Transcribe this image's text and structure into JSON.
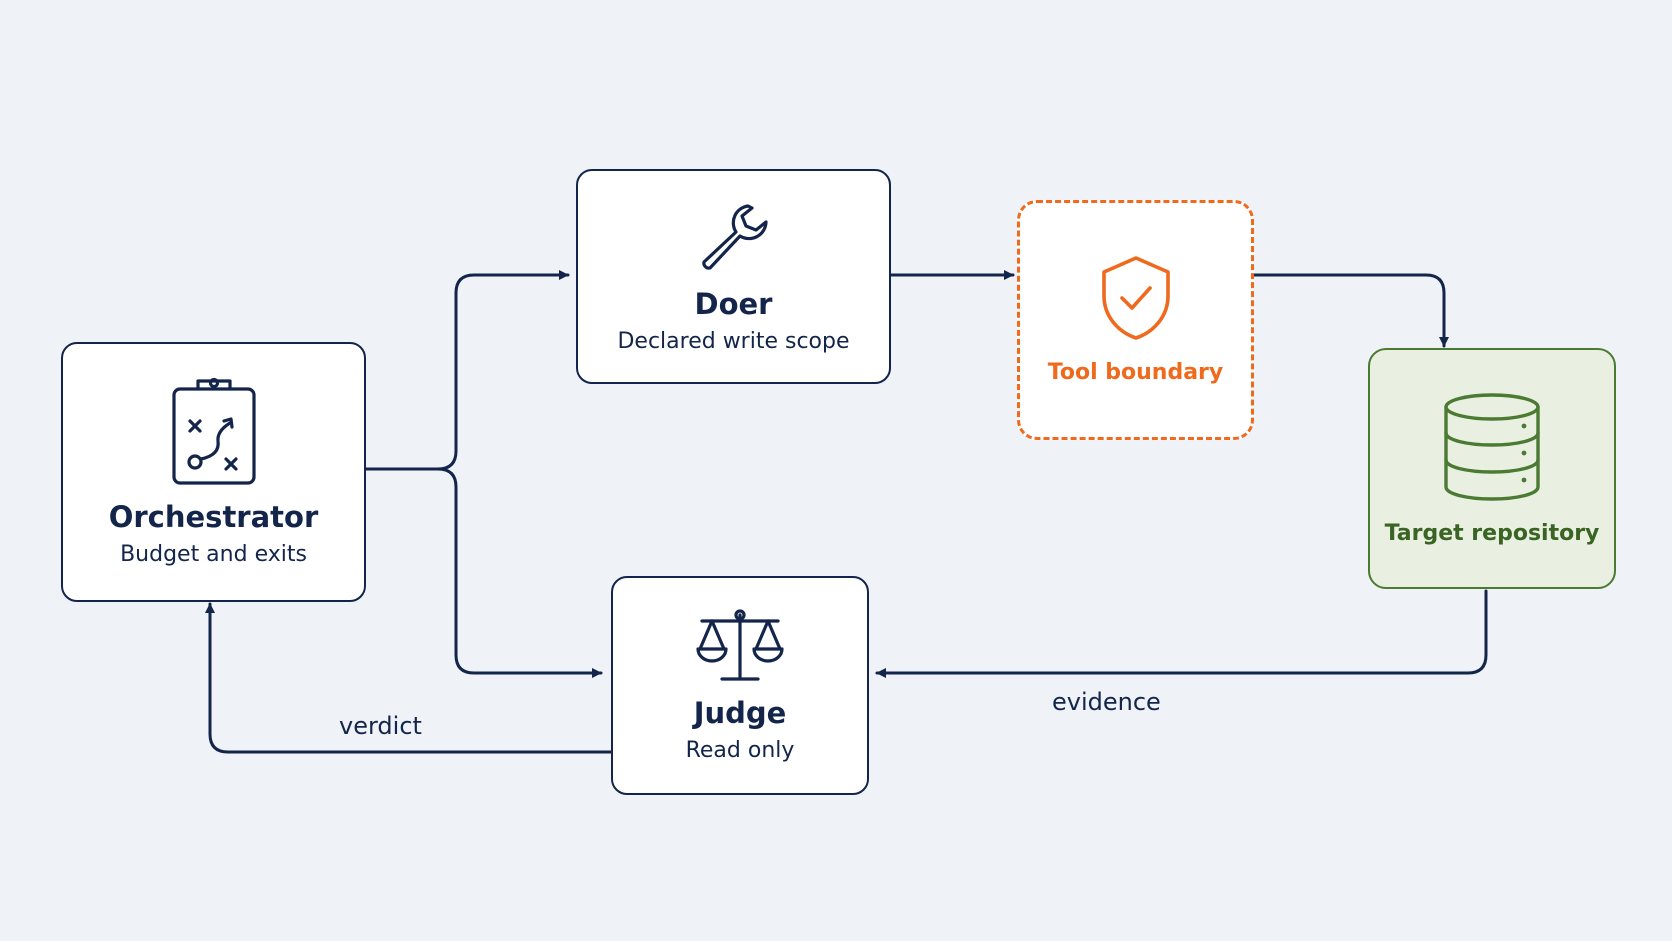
{
  "nodes": {
    "orchestrator": {
      "title": "Orchestrator",
      "subtitle": "Budget and exits",
      "icon": "clipboard-strategy-icon"
    },
    "doer": {
      "title": "Doer",
      "subtitle": "Declared write scope",
      "icon": "wrench-icon"
    },
    "tool_boundary": {
      "title": "Tool boundary",
      "icon": "shield-check-icon"
    },
    "target_repository": {
      "title": "Target repository",
      "icon": "database-icon"
    },
    "judge": {
      "title": "Judge",
      "subtitle": "Read only",
      "icon": "scales-icon"
    }
  },
  "edges": {
    "verdict": "verdict",
    "evidence": "evidence"
  },
  "colors": {
    "background": "#eff2f7",
    "navy": "#13254a",
    "boundary": "#ef6a1d",
    "repository": "#4b7a33",
    "repository_fill": "#e9f0e1"
  }
}
